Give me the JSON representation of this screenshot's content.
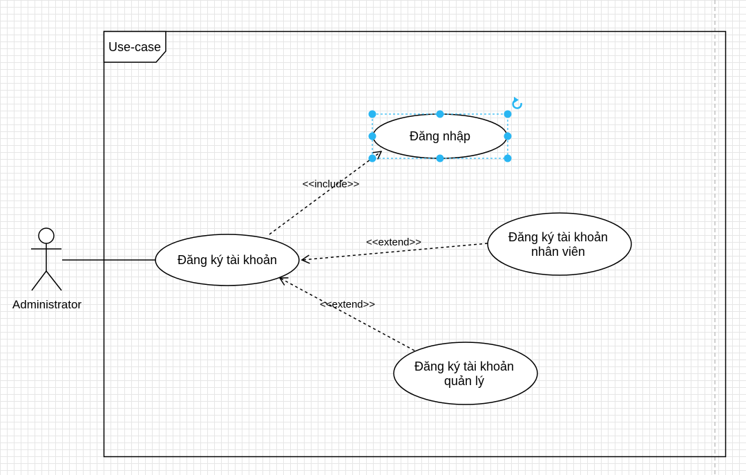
{
  "frame": {
    "title": "Use-case"
  },
  "actor": {
    "label": "Administrator"
  },
  "use_cases": {
    "dang_ky": {
      "line1": "Đăng ký tài khoản"
    },
    "dang_nhap": {
      "line1": "Đăng nhập"
    },
    "nhan_vien": {
      "line1": "Đăng ký tài khoản",
      "line2": "nhân viên"
    },
    "quan_ly": {
      "line1": "Đăng ký tài khoản",
      "line2": "quản lý"
    }
  },
  "relations": {
    "include": "<<include>>",
    "extend_nhan_vien": "<<extend>>",
    "extend_quan_ly": "<<extend>>"
  },
  "colors": {
    "line": "#000000",
    "selection": "#29b6f2",
    "grid": "#e6e6e6"
  },
  "icons": {
    "rotate_handle": "rotate-icon"
  }
}
